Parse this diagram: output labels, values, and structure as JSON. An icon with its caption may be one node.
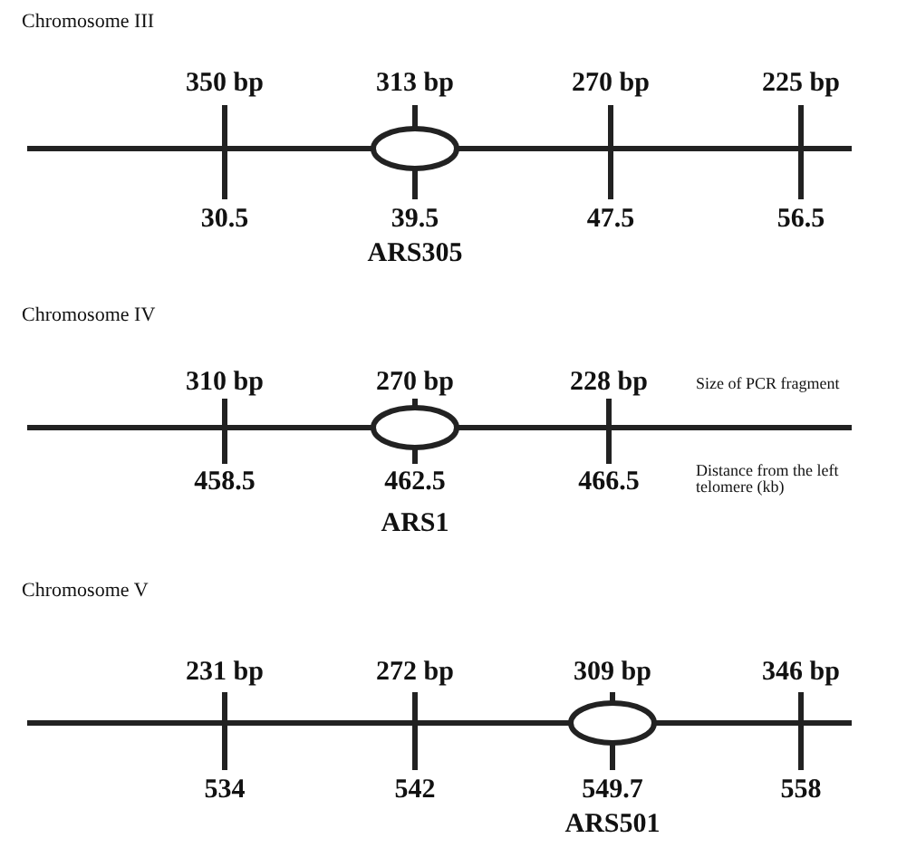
{
  "diagram": {
    "labels": [
      "Chromosome III",
      "350 bp",
      "313 bp",
      "270 bp",
      "225 bp",
      "30.5",
      "39.5",
      "47.5",
      "56.5",
      "ARS305",
      "Chromosome IV",
      "310 bp",
      "270 bp",
      "228 bp",
      "Size of PCR fragment",
      "458.5",
      "462.5",
      "466.5",
      "Distance from the left telomere (kb)",
      "ARS1",
      "Chromosome V",
      "231 bp",
      "272 bp",
      "309 bp",
      "346 bp",
      "534",
      "542",
      "549.7",
      "558",
      "ARS501"
    ]
  }
}
